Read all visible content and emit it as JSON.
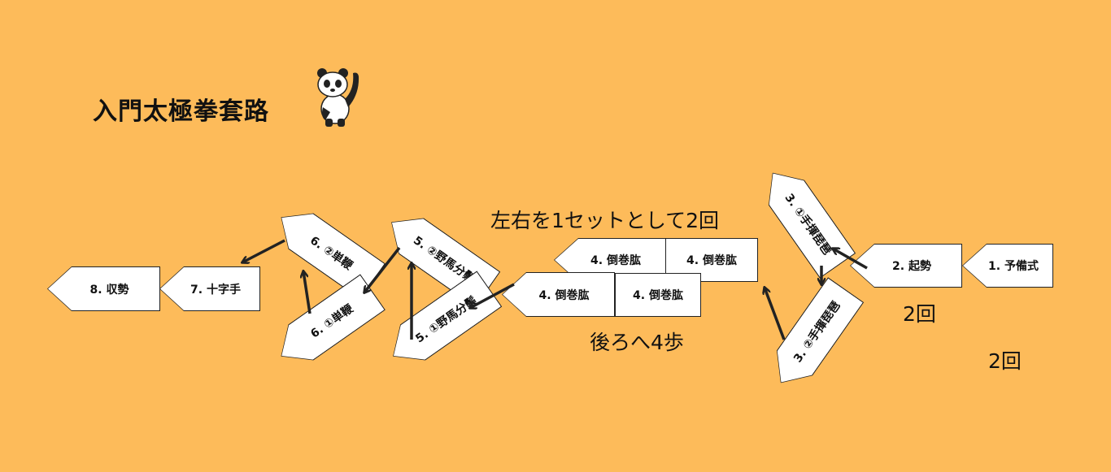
{
  "title": "入門太極拳套路",
  "background_color": "#FDBB5A",
  "steps": {
    "s1": "1. 予備式",
    "s2": "2. 起勢",
    "s3a": "3. ①手揮琵琶",
    "s3b": "3. ②手揮琵琶",
    "s4a": "4. 倒巻肱",
    "s4b": "4. 倒巻肱",
    "s4c": "4. 倒巻肱",
    "s4d": "4. 倒巻肱",
    "s5a": "5. ①野馬分鬃",
    "s5b": "5. ②野馬分鬃",
    "s6a": "6. ①単鞭",
    "s6b": "6. ②単鞭",
    "s7": "7. 十字手",
    "s8": "8. 収勢"
  },
  "notes": {
    "set_note": "左右を1セットとして2回",
    "back_note": "後ろへ4歩",
    "twice_1": "2回",
    "twice_2": "2回"
  }
}
